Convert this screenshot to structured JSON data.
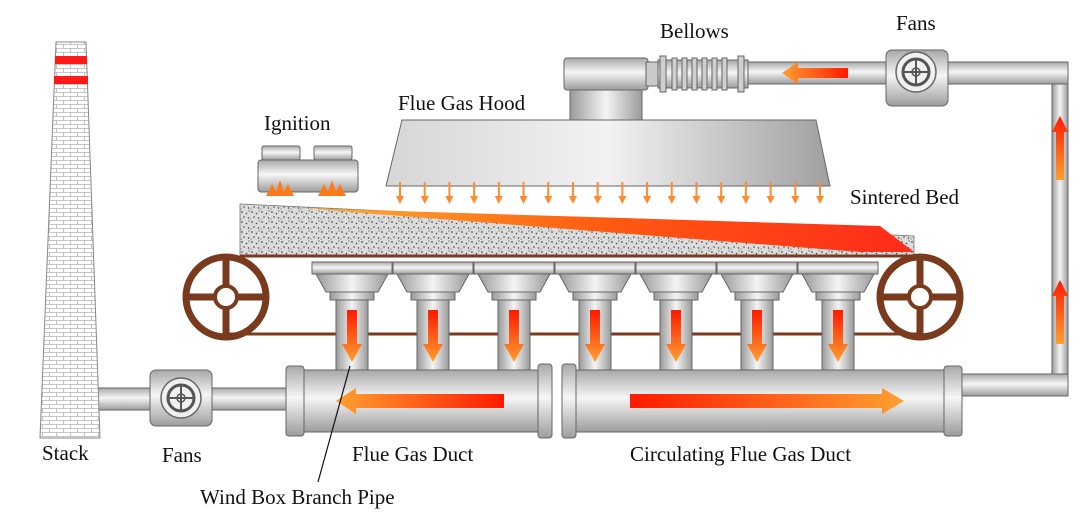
{
  "labels": {
    "bellows": "Bellows",
    "fans_top": "Fans",
    "flue_gas_hood": "Flue Gas Hood",
    "ignition": "Ignition",
    "sintered_bed": "Sintered Bed",
    "stack": "Stack",
    "fans_bottom": "Fans",
    "flue_gas_duct": "Flue Gas Duct",
    "circulating_flue_gas_duct": "Circulating Flue Gas Duct",
    "wind_box_branch_pipe": "Wind Box Branch Pipe"
  },
  "colors": {
    "hot_red": "#ff1a00",
    "hot_orange": "#ffa030",
    "wheel_brown": "#7a3a1e",
    "metal_light": "#eeeeee",
    "metal_dark": "#8c8c8c",
    "brick_red": "#ff1a1a"
  },
  "counts": {
    "wind_boxes": 7,
    "hood_arrows": 18
  }
}
